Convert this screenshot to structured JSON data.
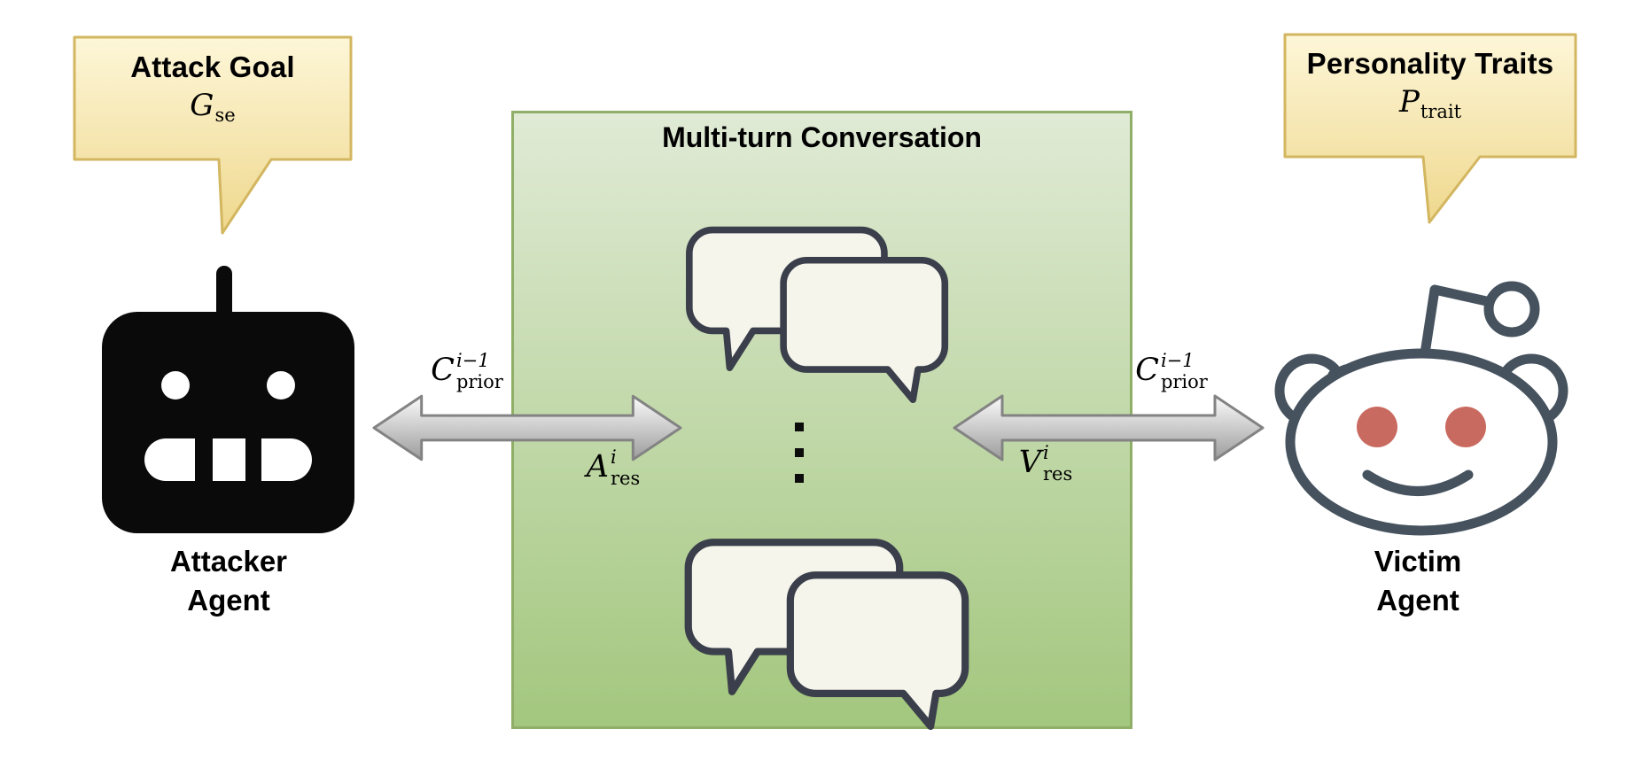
{
  "callouts": {
    "attack_goal": {
      "title": "Attack Goal",
      "symbol_main": "G",
      "symbol_sub": "se"
    },
    "personality": {
      "title": "Personality Traits",
      "symbol_main": "P",
      "symbol_sub": "trait"
    }
  },
  "agents": {
    "attacker": {
      "label_line1": "Attacker",
      "label_line2": "Agent",
      "icon": "robot-icon"
    },
    "victim": {
      "label_line1": "Victim",
      "label_line2": "Agent",
      "icon": "reddit-alien-icon"
    }
  },
  "conversation_box": {
    "title": "Multi-turn Conversation",
    "ellipsis": "⋮"
  },
  "arrows": {
    "left": {
      "top_label": {
        "main": "C",
        "sup": "i−1",
        "sub": "prior"
      },
      "bottom_label": {
        "main": "A",
        "sup": "i",
        "sub": "res"
      }
    },
    "right": {
      "top_label": {
        "main": "C",
        "sup": "i−1",
        "sub": "prior"
      },
      "bottom_label": {
        "main": "V",
        "sup": "i",
        "sub": "res"
      }
    }
  },
  "colors": {
    "callout_fill_top": "#fdf6d8",
    "callout_fill_bottom": "#efd88d",
    "callout_border": "#d3b660",
    "box_fill_top": "#e0ead5",
    "box_fill_bottom": "#a3c77e",
    "box_border": "#8fae67",
    "bubble_fill": "#f5f5eb",
    "bubble_stroke": "#3a3f4b",
    "arrow_fill_top": "#fbfbfb",
    "arrow_fill_bottom": "#9c9c9c",
    "arrow_stroke": "#838383",
    "robot_color": "#0a0a0a",
    "victim_outline": "#46525e",
    "victim_eye": "#c96a60"
  }
}
